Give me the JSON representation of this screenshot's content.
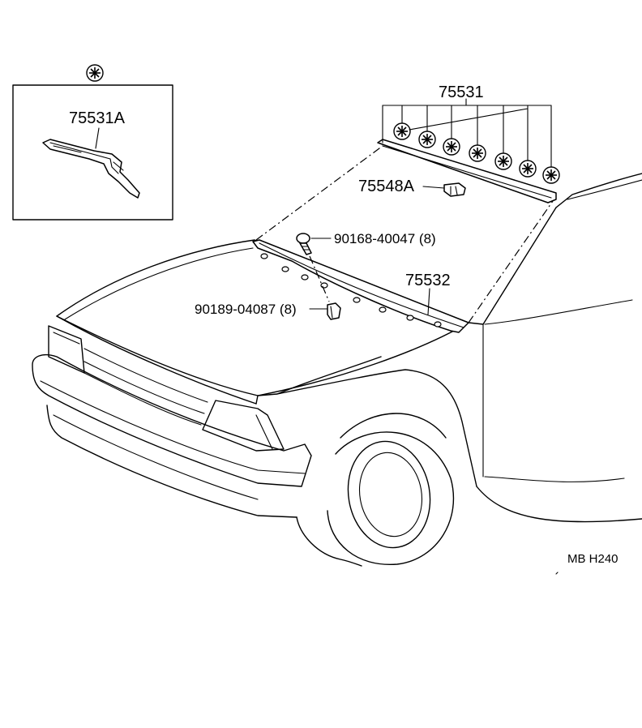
{
  "inset": {
    "marker_icon": "asterisk-circle-icon",
    "part_number": "75531A"
  },
  "callouts": {
    "molding_windshield_upper": "75531",
    "clip_75548a": "75548A",
    "bolt": "90168-40047 (8)",
    "cowl_panel": "75532",
    "nut": "90189-04087 (8)"
  },
  "footer": {
    "code": "MB  H240"
  }
}
